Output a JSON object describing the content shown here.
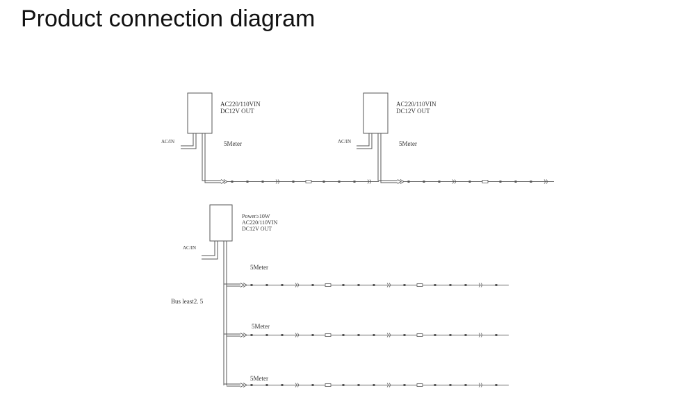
{
  "title": "Product connection diagram",
  "diagrams": {
    "top_left": {
      "spec_line1": "AC220/110VIN",
      "spec_line2": "DC12V OUT",
      "input_label": "AC/IN",
      "length_label": "5Meter"
    },
    "top_right": {
      "spec_line1": "AC220/110VIN",
      "spec_line2": "DC12V OUT",
      "input_label": "AC/IN",
      "length_label": "5Meter"
    },
    "bottom": {
      "spec_line1": "Power≥10W",
      "spec_line2": "AC220/110VIN",
      "spec_line3": "DC12V OUT",
      "input_label": "AC/IN",
      "bus_label": "Bus least2. 5",
      "branches": [
        {
          "length_label": "5Meter"
        },
        {
          "length_label": "5Meter"
        },
        {
          "length_label": "5Meter"
        }
      ]
    }
  },
  "colors": {
    "line": "#555555",
    "text": "#333333",
    "title": "#111111"
  }
}
